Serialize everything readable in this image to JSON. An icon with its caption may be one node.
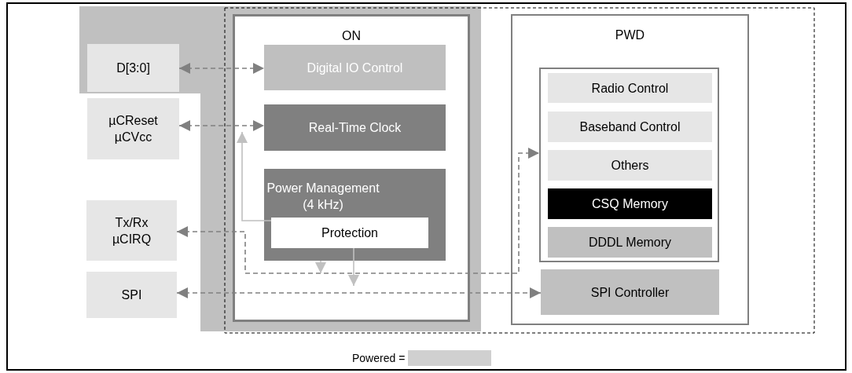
{
  "diagram": {
    "nodes": [
      {
        "text": [
          "D[3:0]"
        ]
      },
      {
        "text": [
          "µCReset",
          "µCVcc"
        ]
      },
      {
        "text": [
          "Tx/Rx",
          "µCIRQ"
        ]
      },
      {
        "text": [
          "SPI"
        ]
      },
      {
        "text": [
          "ON"
        ]
      },
      {
        "text": [
          "Digital IO Control"
        ],
        "in": 4
      },
      {
        "text": [
          "Real-Time Clock"
        ],
        "in": 4
      },
      {
        "text": [
          "Power Management (4 kHz)"
        ],
        "in": 4
      },
      {
        "text": [
          "Protection"
        ],
        "in": 7
      },
      {
        "text": [
          "PWD"
        ]
      },
      {
        "text": [],
        "shape": "box",
        "in": 9
      },
      {
        "text": [
          "Radio Control"
        ],
        "in": 10
      },
      {
        "text": [
          "Baseband Control"
        ],
        "in": 10
      },
      {
        "text": [
          "Others"
        ],
        "in": 10
      },
      {
        "text": [
          "CSQ Memory"
        ],
        "in": 10
      },
      {
        "text": [
          "DDDL Memory"
        ],
        "in": 10
      },
      {
        "text": [
          "SPI Controller"
        ],
        "in": 9
      }
    ],
    "edges": [
      {
        "from": 0,
        "to": 5,
        "arrow": "both",
        "style": "dashed"
      },
      {
        "from": 1,
        "to": 6,
        "arrow": "both",
        "style": "dashed"
      },
      {
        "from": 8,
        "to": null,
        "arrow": "to",
        "color": "#c0c0c0"
      },
      {
        "from": 2,
        "to": 10,
        "arrow": "both",
        "style": "dashed"
      },
      {
        "from": 3,
        "to": 16,
        "arrow": "both",
        "style": "dashed"
      },
      {
        "from": 7,
        "to": null,
        "arrow": "to",
        "color": "#c0c0c0"
      },
      {
        "from": 8,
        "to": null,
        "arrow": "to",
        "color": "#c0c0c0"
      }
    ],
    "legend": [
      {
        "text": "Powered =",
        "color": "#d0d0d0"
      }
    ]
  }
}
